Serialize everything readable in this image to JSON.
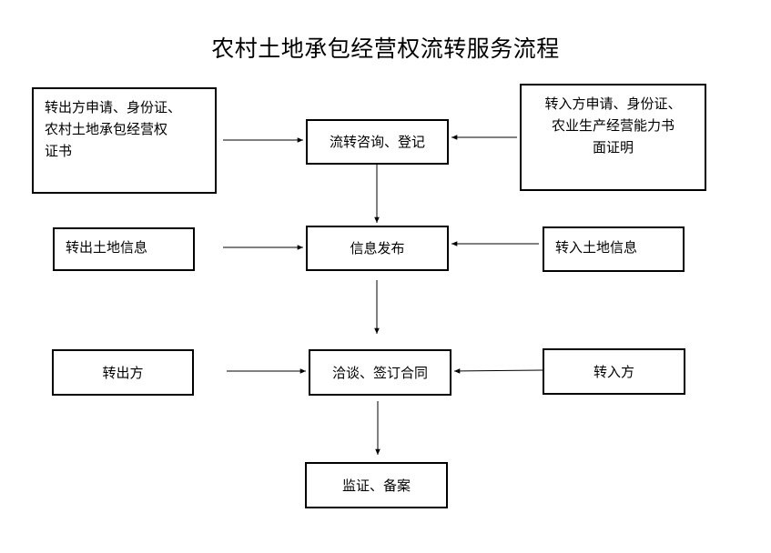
{
  "title": "农村土地承包经营权流转服务流程",
  "left": {
    "out_application": [
      "转出方申请、身份证、",
      "农村土地承包经营权",
      "证书"
    ],
    "out_land_info": "转出土地信息",
    "out_party": "转出方"
  },
  "center": {
    "consult_register": "流转咨询、登记",
    "info_publish": "信息发布",
    "negotiate_sign": "洽谈、签订合同",
    "verify_file": "监证、备案"
  },
  "right": {
    "in_application": [
      "转入方申请、身份证、",
      "农业生产经营能力书",
      "面证明"
    ],
    "in_land_info": "转入土地信息",
    "in_party": "转入方"
  }
}
